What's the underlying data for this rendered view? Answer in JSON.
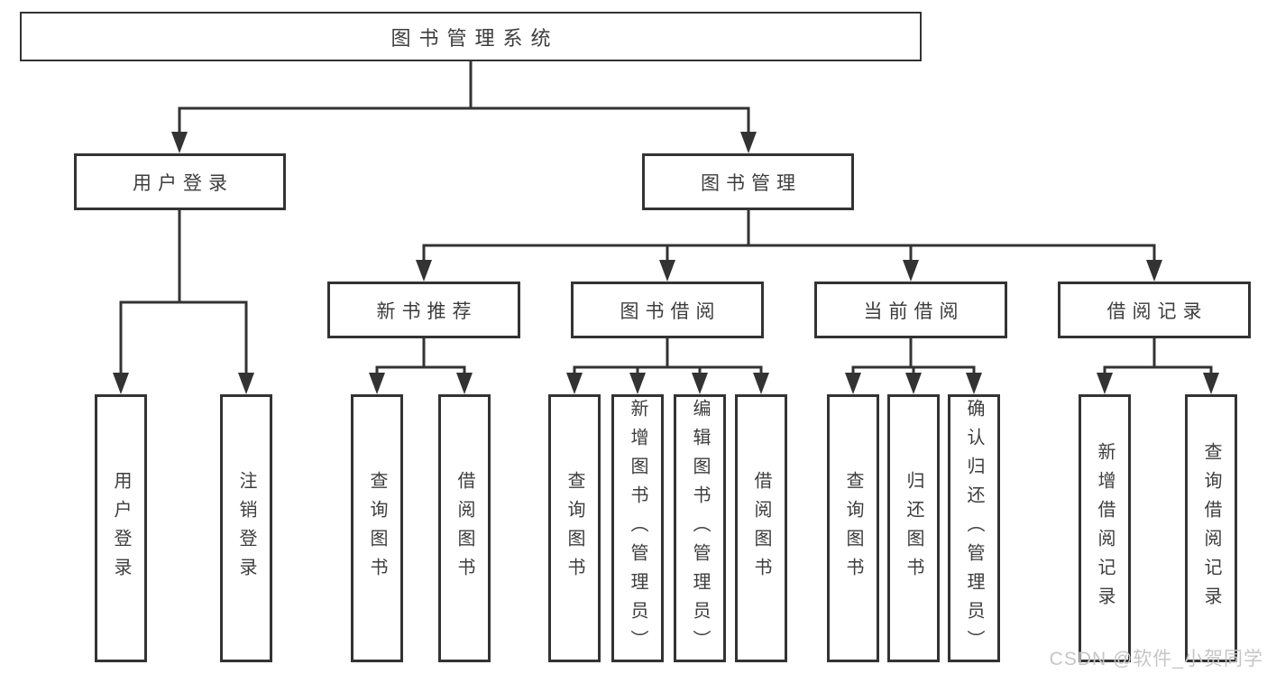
{
  "diagram": {
    "type": "tree",
    "colors": {
      "line": "#333333",
      "border": "#333333",
      "text": "#3d3d3d",
      "background": "#ffffff",
      "watermark_text": "#c6c6c6"
    }
  },
  "tree": {
    "root": {
      "label": "图书管理系统"
    },
    "level2": [
      {
        "label": "用户登录",
        "children": [
          "用户登录",
          "注销登录"
        ]
      },
      {
        "label": "图书管理"
      }
    ],
    "level3": [
      {
        "label": "新书推荐",
        "children": [
          "查询图书",
          "借阅图书"
        ]
      },
      {
        "label": "图书借阅",
        "children": [
          "查询图书",
          "新增图书（管理员）",
          "编辑图书（管理员）",
          "借阅图书"
        ]
      },
      {
        "label": "当前借阅",
        "children": [
          "查询图书",
          "归还图书",
          "确认归还（管理员）"
        ]
      },
      {
        "label": "借阅记录",
        "children": [
          "新增借阅记录",
          "查询借阅记录"
        ]
      }
    ]
  },
  "watermark": {
    "text": "CSDN @软件_小贺同学"
  }
}
